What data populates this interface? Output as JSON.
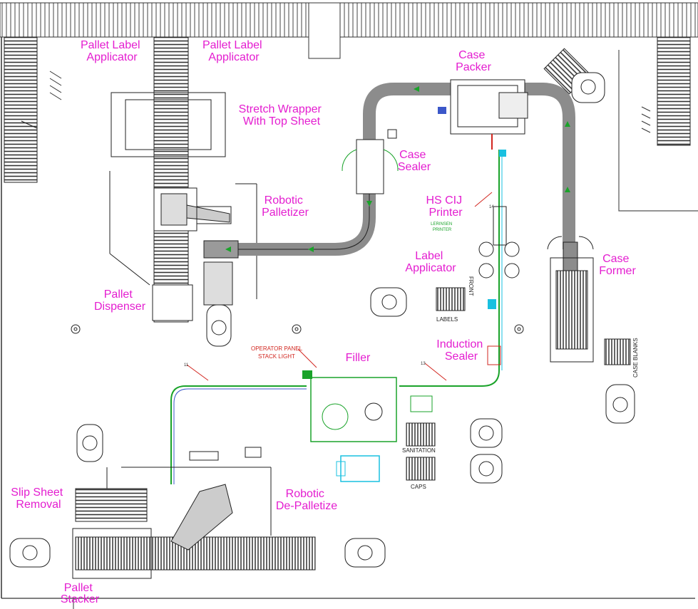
{
  "labels": {
    "pallet_label_applicator_1": [
      "Pallet Label",
      "Applicator"
    ],
    "pallet_label_applicator_2": [
      "Pallet Label",
      "Applicator"
    ],
    "stretch_wrapper": [
      "Stretch Wrapper",
      "With Top Sheet"
    ],
    "robotic_palletizer": [
      "Robotic",
      "Palletizer"
    ],
    "pallet_dispenser": [
      "Pallet",
      "Dispenser"
    ],
    "case_sealer": [
      "Case",
      "Sealer"
    ],
    "case_packer": [
      "Case",
      "Packer"
    ],
    "hs_cij_printer": [
      "HS CIJ",
      "Printer"
    ],
    "label_applicator": [
      "Label",
      "Applicator"
    ],
    "case_former": [
      "Case",
      "Former"
    ],
    "induction_sealer": [
      "Induction",
      "Sealer"
    ],
    "filler": [
      "Filler"
    ],
    "slip_sheet_removal": [
      "Slip Sheet",
      "Removal"
    ],
    "robotic_depalletize": [
      "Robotic",
      "De-Palletize"
    ],
    "pallet_stacker": [
      "Pallet",
      "Stacker"
    ]
  },
  "small_labels": {
    "operator_panel": "OPERATOR PANEL",
    "stack_light": "STACK LIGHT",
    "labels": "LABELS",
    "sanitation": "SANITATION",
    "caps": "CAPS",
    "case_blanks": "CASE BLANKS",
    "front": "FRONT",
    "lerinsen_printer": [
      "LERINSEN",
      "PRINTER"
    ]
  },
  "numbers": {
    "n11": "11",
    "n13": "13",
    "n14": "14"
  },
  "colors": {
    "label": "#e41dd0",
    "line": "#222222",
    "conveyor": "#8c8c8c",
    "green": "#1aa32a",
    "cyan": "#19c0e0",
    "red": "#d2261f",
    "blue": "#3b57c9"
  }
}
